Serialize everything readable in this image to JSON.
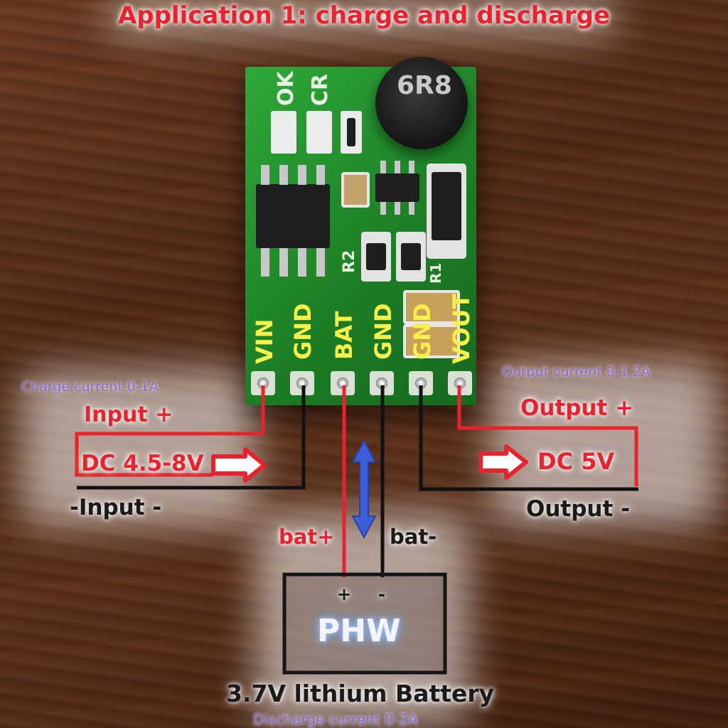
{
  "title": "Application 1: charge and discharge",
  "pcb_labels": {
    "ok": "OK",
    "cr": "CR",
    "inductor": "6R8",
    "r2": "R2",
    "r1": "R1",
    "pins": [
      "VIN",
      "GND",
      "BAT",
      "GND",
      "GND",
      "VOUT"
    ]
  },
  "left": {
    "charge_current": "Charge current 0-1A",
    "input_plus": "Input +",
    "dc_range": "DC 4.5-8V",
    "input_minus": "-Input -"
  },
  "right": {
    "output_current": "Output current 0-1.2A",
    "output_plus": "Output +",
    "dc_out": "DC 5V",
    "output_minus": "Output -"
  },
  "battery": {
    "bat_plus": "bat+",
    "bat_minus": "bat-",
    "plus_sign": "+",
    "minus_sign": "-",
    "logo": "PHW",
    "label": "3.7V lithium Battery",
    "discharge_current": "Discharge current 0-2A"
  },
  "colors": {
    "wire_red": "#e8232e",
    "wire_black": "#111111",
    "pcb_green": "#1f8f2a",
    "arrow_blue": "#3b5fd8",
    "annotation_purple": "#8a6ad8"
  }
}
